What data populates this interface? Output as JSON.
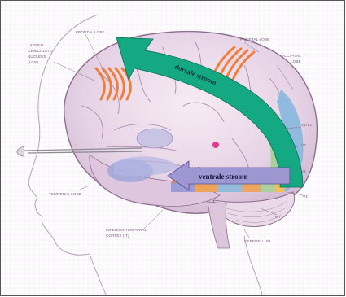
{
  "diagram": {
    "title": "",
    "arrows": {
      "dorsal": "dorsale stroom",
      "ventral": "ventrale stroom"
    },
    "labels": {
      "frontal_lobe": "FRONTAL LOBE",
      "lgn_1": "LATERAL",
      "lgn_2": "GENICULATE",
      "lgn_3": "NUCLEUS",
      "lgn_4": "(LGN)",
      "parietal_lobe": "PARIETAL LOBE",
      "occipital_1": "OCCIPITAL",
      "occipital_2": "LOBE",
      "v1": "V1/V2",
      "v3": "V3",
      "v4_a": "V4",
      "v4_b": "V4",
      "mt": "MT",
      "temporal_lobe": "TEMPORAL LOBE",
      "itc_1": "INFERIOR TEMPORAL",
      "itc_2": "CORTEX (IT)",
      "cerebellum": "CEREBELLUM"
    },
    "colors": {
      "dorsal_arrow": "#14a983",
      "ventral_arrow": "#9e96d0",
      "cortex_stripes": "#f07e3a",
      "brain_outline": "#8f6d8f",
      "visual_blue": "#87b8dd",
      "visual_green": "#a6d09a"
    }
  }
}
